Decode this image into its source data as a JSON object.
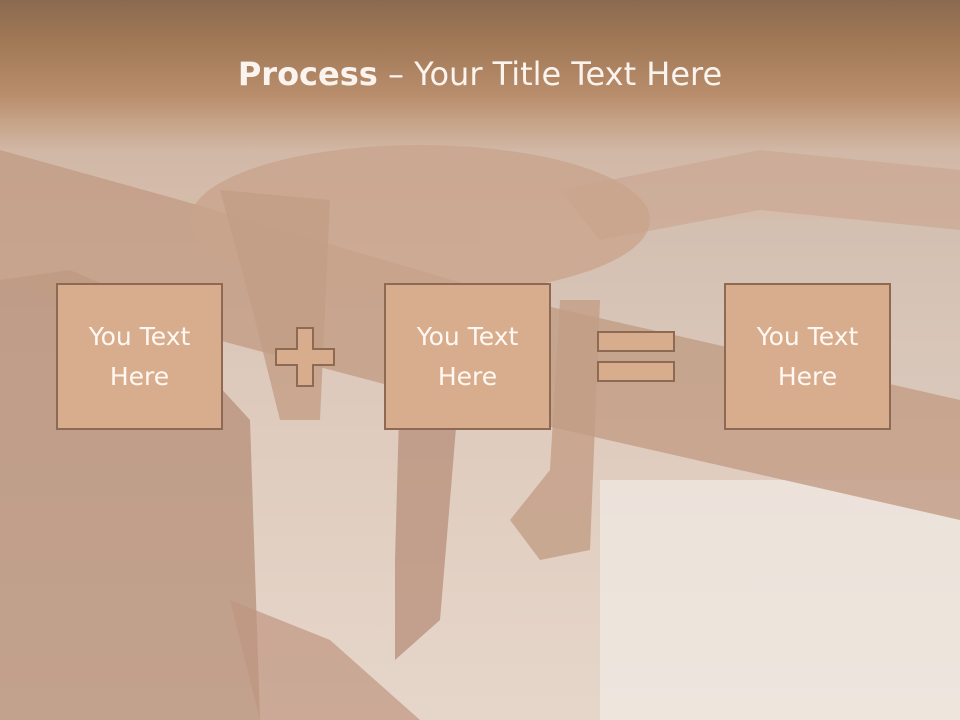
{
  "slide": {
    "title_bold": "Process",
    "title_rest": " – Your Title Text Here",
    "operators": [
      "plus",
      "equals"
    ],
    "boxes": [
      {
        "text": "You Text Here"
      },
      {
        "text": "You Text Here"
      },
      {
        "text": "You Text Here"
      }
    ],
    "background": "photo of a monkey resting on a tree branch (faded)"
  },
  "colors": {
    "header": "#a07856",
    "box_fill": "#d8ad8e",
    "box_border": "#8e6a55",
    "text": "#fbf4ee"
  }
}
